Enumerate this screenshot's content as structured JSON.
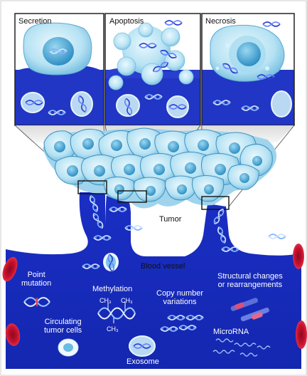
{
  "panels": {
    "secretion": "Secretion",
    "apoptosis": "Apoptosis",
    "necrosis": "Necrosis"
  },
  "labels": {
    "tumor": "Tumor",
    "blood_vessel": "Blood vessel",
    "point_mutation": "Point\nmutation",
    "methylation": "Methylation",
    "ch3_left": "CH₃",
    "ch3_right": "CH₃",
    "ch3_bottom": "CH₃",
    "copy_number": "Copy number\nvariations",
    "structural": "Structural changes\nor rearrangements",
    "circulating": "Circulating\ntumor cells",
    "microrna": "MicroRNA",
    "exosome": "Exosome"
  },
  "colors": {
    "vessel_blue": "#1b2fc9",
    "tissue_blue": "#2336c8",
    "cell_light": "#bfe6f4",
    "nucleus": "#4db4dc",
    "rbc_red": "#c8102e",
    "dna_blue": "#6aa0f0",
    "panel_border": "#222222"
  },
  "icons": [
    "dna-helix-icon",
    "tumor-cell-icon",
    "red-blood-cell-icon",
    "exosome-icon"
  ]
}
